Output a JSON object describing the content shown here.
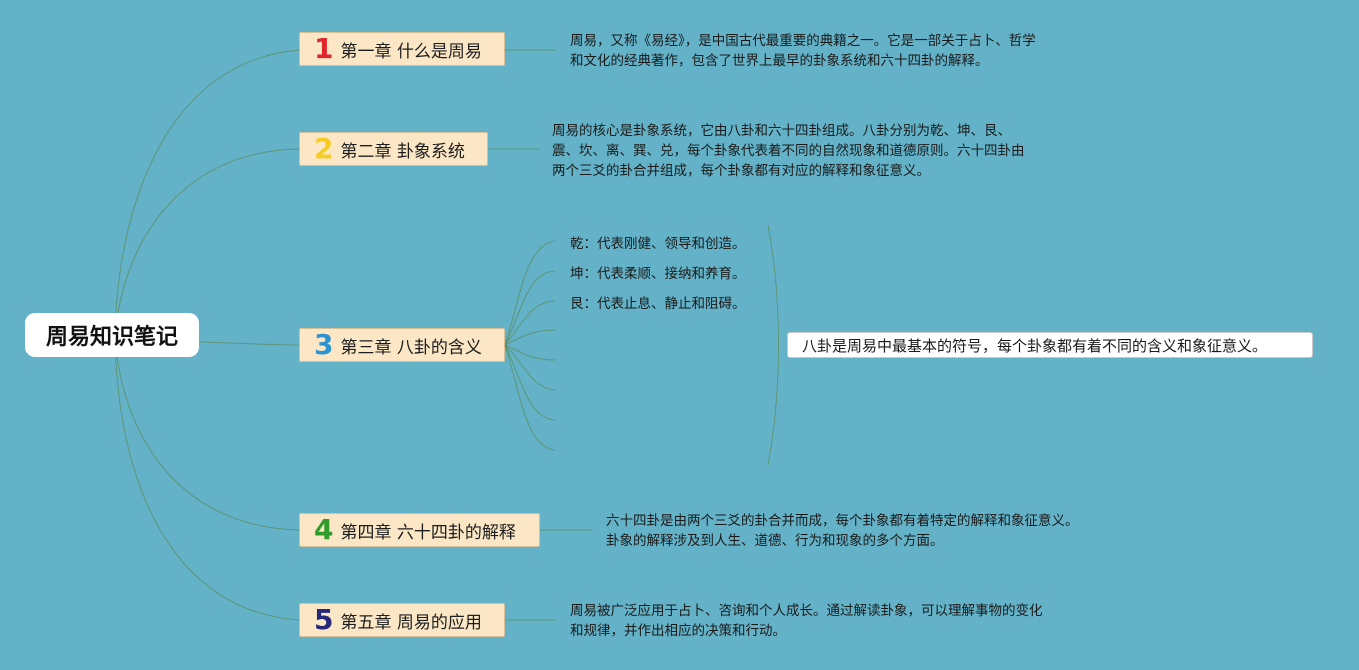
{
  "root": {
    "label": "周易知识笔记"
  },
  "chapters": [
    {
      "num": "1",
      "num_color": "#e0262b",
      "title": "第一章 什么是周易",
      "note": [
        "周易，又称《易经》，是中国古代最重要的典籍之一。它是一部关于占卜、哲学",
        "和文化的经典著作，包含了世界上最早的卦象系统和六十四卦的解释。"
      ]
    },
    {
      "num": "2",
      "num_color": "#f6cc22",
      "title": "第二章 卦象系统",
      "note": [
        "周易的核心是卦象系统，它由八卦和六十四卦组成。八卦分别为乾、坤、艮、",
        "震、坎、离、巽、兑，每个卦象代表着不同的自然现象和道德原则。六十四卦由",
        "两个三爻的卦合并组成，每个卦象都有对应的解释和象征意义。"
      ]
    },
    {
      "num": "3",
      "num_color": "#2e93d1",
      "title": "第三章 八卦的含义",
      "leaves": [
        "乾：代表刚健、领导和创造。",
        "坤：代表柔顺、接纳和养育。",
        "艮：代表止息、静止和阻碍。"
      ],
      "summary": "八卦是周易中最基本的符号，每个卦象都有着不同的含义和象征意义。"
    },
    {
      "num": "4",
      "num_color": "#2f9c2b",
      "title": "第四章 六十四卦的解释",
      "note": [
        "六十四卦是由两个三爻的卦合并而成，每个卦象都有着特定的解释和象征意义。",
        "卦象的解释涉及到人生、道德、行为和现象的多个方面。"
      ]
    },
    {
      "num": "5",
      "num_color": "#26297a",
      "title": "第五章 周易的应用",
      "note": [
        "周易被广泛应用于占卜、咨询和个人成长。通过解读卦象，可以理解事物的变化",
        "和规律，并作出相应的决策和行动。"
      ]
    }
  ]
}
